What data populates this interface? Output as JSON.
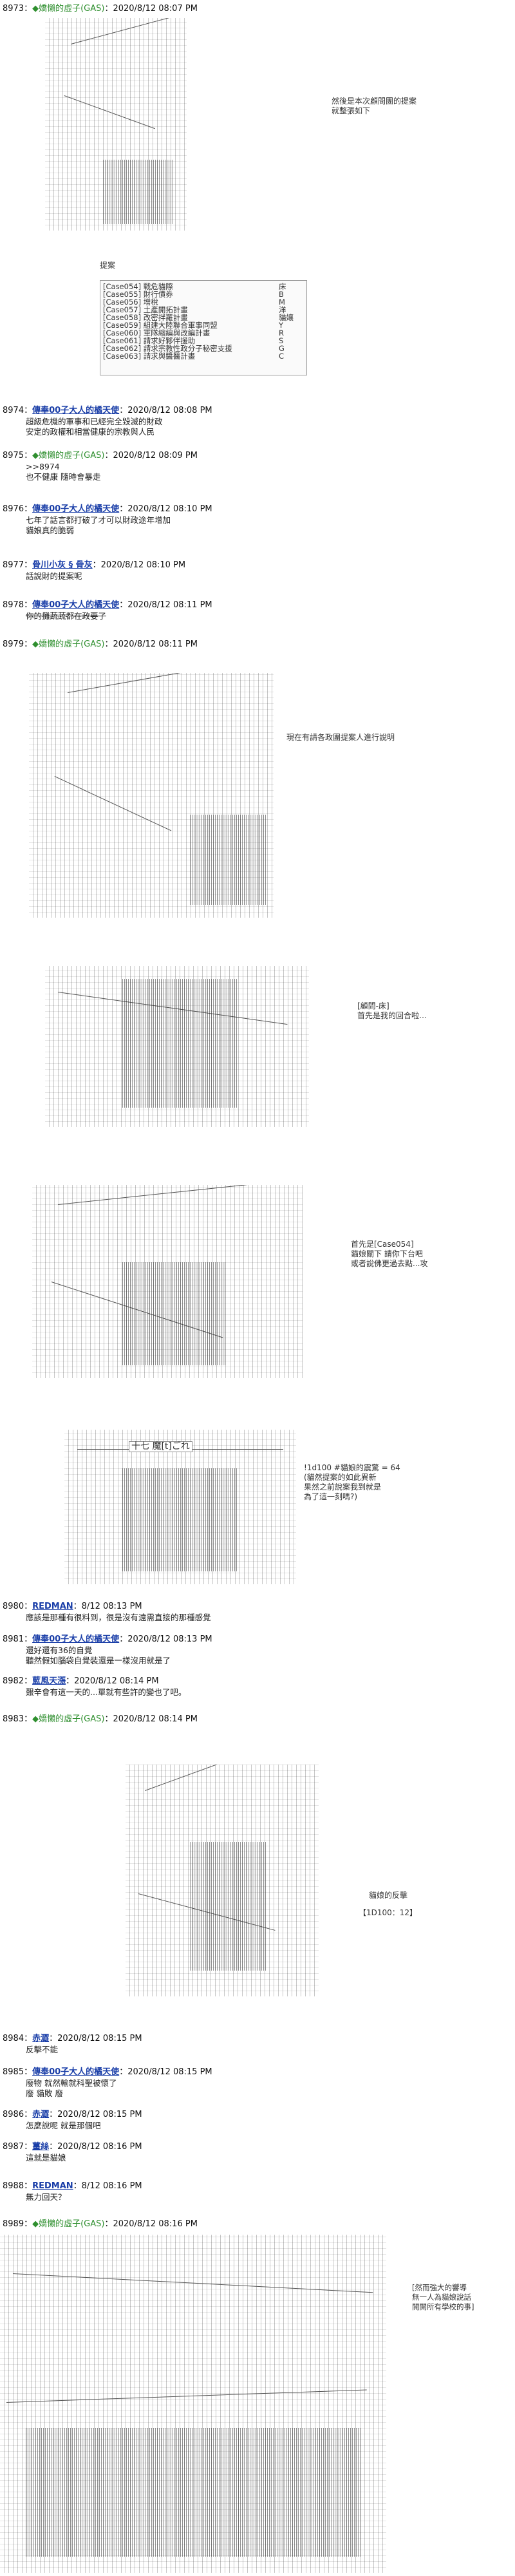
{
  "posts": [
    {
      "num": "8973：",
      "name": "◆嬌懶的虛子(GAS)",
      "date": "：2020/8/12 08:07 PM",
      "style": "green"
    },
    {
      "num": "8974：",
      "name": "傳奉00子大人的橘天使",
      "date": "：2020/8/12 08:08 PM",
      "style": "blue",
      "body": "超級危機的軍事和已經完全毀滅的財政\n安定的政權和相當健康的宗教與人民"
    },
    {
      "num": "8975：",
      "name": "◆嬌懶的虛子(GAS)",
      "date": "：2020/8/12 08:09 PM",
      "style": "green",
      "body": ">>8974\n也不健康 隨時會暴走"
    },
    {
      "num": "8976：",
      "name": "傳奉00子大人的橘天使",
      "date": "：2020/8/12 08:10 PM",
      "style": "blue",
      "body": "七年了話言都打破了才可以財政途年增加\n貓娘真的脆弱"
    },
    {
      "num": "8977：",
      "name": "骨川小灰 § 骨灰",
      "date": "：2020/8/12 08:10 PM",
      "style": "blue",
      "body": "話說財的提案呢"
    },
    {
      "num": "8978：",
      "name": "傳奉00子大人的橘天使",
      "date": "：2020/8/12 08:11 PM",
      "style": "blue",
      "body": "你的攤蔬蔬都在政要了",
      "strike": true
    },
    {
      "num": "8979：",
      "name": "◆嬌懶的虛子(GAS)",
      "date": "：2020/8/12 08:11 PM",
      "style": "green"
    },
    {
      "num": "8980：",
      "name": "REDMAN",
      "date": "：8/12 08:13 PM",
      "style": "blue",
      "body": "應該是那種有很料到，很是沒有遠需直接的那種感覺"
    },
    {
      "num": "8981：",
      "name": "傳奉00子大人的橘天使",
      "date": "：2020/8/12 08:13 PM",
      "style": "blue",
      "body": "還好還有36的自覺\n聽然假如腦袋自覺裝還是一樣沒用就是了"
    },
    {
      "num": "8982：",
      "name": "藍風天漲",
      "date": "：2020/8/12 08:14 PM",
      "style": "blue",
      "body": "艱辛會有這一天的...單就有些許的變也了吧。"
    },
    {
      "num": "8983：",
      "name": "◆嬌懶的虛子(GAS)",
      "date": "：2020/8/12 08:14 PM",
      "style": "green"
    },
    {
      "num": "8984：",
      "name": "赤澀",
      "date": "：2020/8/12 08:15 PM",
      "style": "blue",
      "body": "反擊不能"
    },
    {
      "num": "8985：",
      "name": "傳奉00子大人的橘天使",
      "date": "：2020/8/12 08:15 PM",
      "style": "blue",
      "body": "廢物 就然輸就科聖被懷了\n廢 貓敗 廢"
    },
    {
      "num": "8986：",
      "name": "赤澀",
      "date": "：2020/8/12 08:15 PM",
      "style": "blue",
      "body": "怎麼說呢 就是那個吧"
    },
    {
      "num": "8987：",
      "name": "薑絲",
      "date": "：2020/8/12 08:16 PM",
      "style": "blue",
      "body": "這就是貓娘"
    },
    {
      "num": "8988：",
      "name": "REDMAN",
      "date": "：8/12 08:16 PM",
      "style": "blue",
      "body": "無力回天？"
    },
    {
      "num": "8989：",
      "name": "◆嬌懶的虛子(GAS)",
      "date": "：2020/8/12 08:16 PM",
      "style": "green"
    }
  ],
  "art": {
    "a1_caption": "然後是本次顧問團的提案\n就整張如下",
    "list_title": "提案",
    "cases": [
      {
        "case": "[Case054] 戰危貓際",
        "tag": "床"
      },
      {
        "case": "[Case055] 財行債券",
        "tag": "B"
      },
      {
        "case": "[Case056] 增稅",
        "tag": "M"
      },
      {
        "case": "[Case057] 土產開拓計畫",
        "tag": "洋"
      },
      {
        "case": "[Case058] 改密拌羅計畫",
        "tag": "貓孃"
      },
      {
        "case": "[Case059] 組建大陸聯合軍事同盟",
        "tag": "Y"
      },
      {
        "case": "[Case060] 軍隊縮編與改編計畫",
        "tag": "R"
      },
      {
        "case": "[Case061] 請求好夥伴援助",
        "tag": "S"
      },
      {
        "case": "[Case062] 請求宗教性政分子秘密支援",
        "tag": "G"
      },
      {
        "case": "[Case063] 請求與醬醫計畫",
        "tag": "C"
      }
    ],
    "a2_caption": "現在有請各政團提案人進行說明",
    "a3_caption": "[顧問-床]\n首先是我的回合啦…",
    "a4_caption": "首先是[Case054]\n貓娘關下 請你下台吧\n或者說佛更過去點...攻",
    "a5_banner": "十七 魔[t]ごれ",
    "a5_caption": "!1d100 #貓娘的震驚 = 64\n(貓然提案的如此異新\n果然之前說案我到就是\n為了這一刻嗎?)",
    "a6_caption": "貓娘的反擊",
    "a6_roll": "【1D100：12】",
    "a7_caption": "[然而強大的響導\n無一人為貓娘說話\n開開所有學校的事]"
  }
}
